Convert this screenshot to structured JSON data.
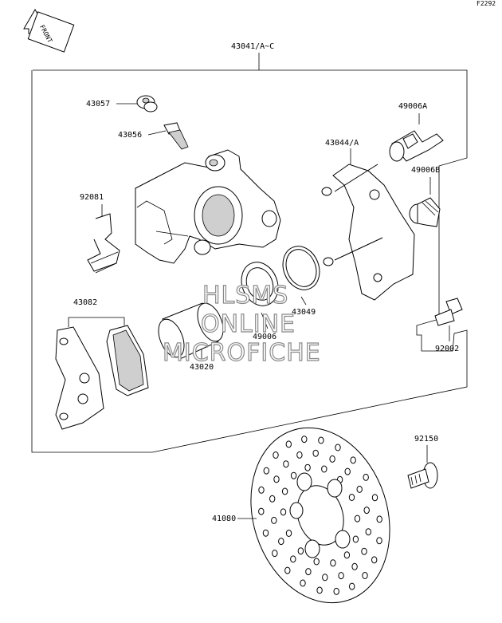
{
  "code": "F2292",
  "front_label": "FRONT",
  "watermark": [
    "HLSMS",
    "ONLINE",
    "MICROFICHE"
  ],
  "labels": {
    "assembly": "43041/A~C",
    "p43057": "43057",
    "p43056": "43056",
    "p92081": "92081",
    "p43082": "43082",
    "p43020": "43020",
    "p49006": "49006",
    "p43049": "43049",
    "p43044": "43044/A",
    "p49006A": "49006A",
    "p49006B": "49006B",
    "p92002": "92002",
    "p92150": "92150",
    "p41080": "41080"
  }
}
